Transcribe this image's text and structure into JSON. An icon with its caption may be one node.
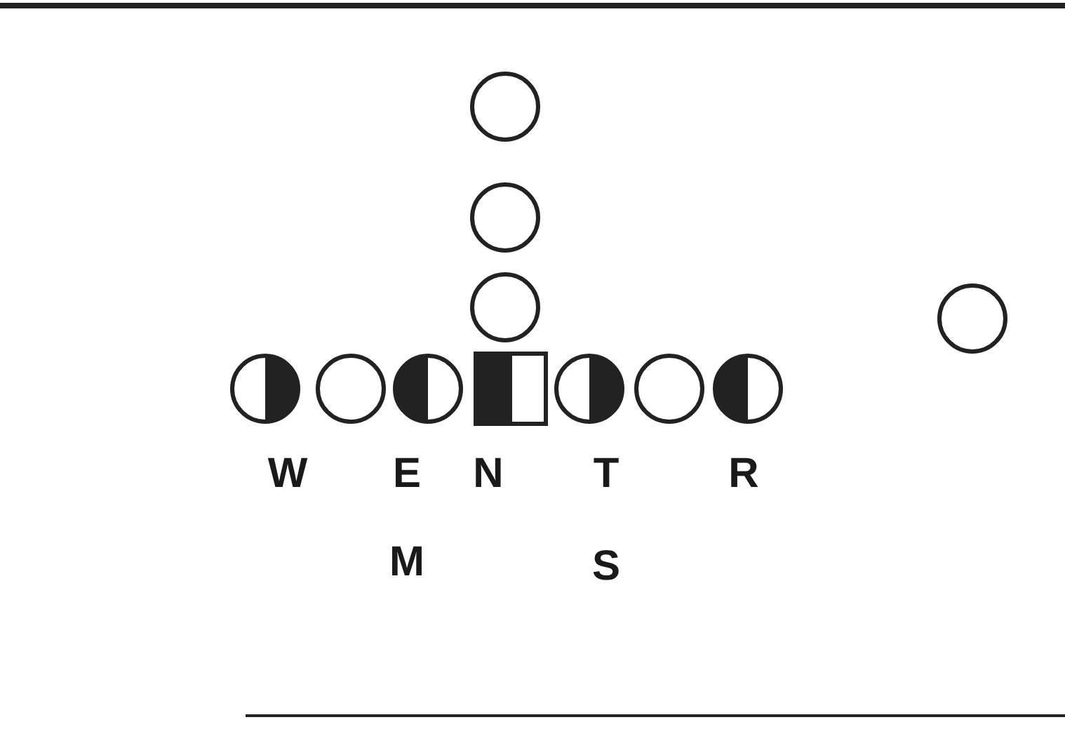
{
  "diagram": {
    "nodes": [
      {
        "text": [],
        "shape": "circle"
      },
      {
        "text": [],
        "shape": "circle"
      },
      {
        "text": [],
        "shape": "circle"
      },
      {
        "text": [],
        "shape": "circle"
      },
      {
        "text": [],
        "shape": "circle"
      },
      {
        "text": [],
        "shape": "circle"
      },
      {
        "text": [],
        "shape": "circle"
      },
      {
        "text": [],
        "shape": "box"
      },
      {
        "text": [],
        "shape": "circle"
      },
      {
        "text": [],
        "shape": "circle"
      },
      {
        "text": [],
        "shape": "circle"
      }
    ],
    "labels": [
      "W",
      "E",
      "N",
      "T",
      "R",
      "M",
      "S"
    ]
  }
}
